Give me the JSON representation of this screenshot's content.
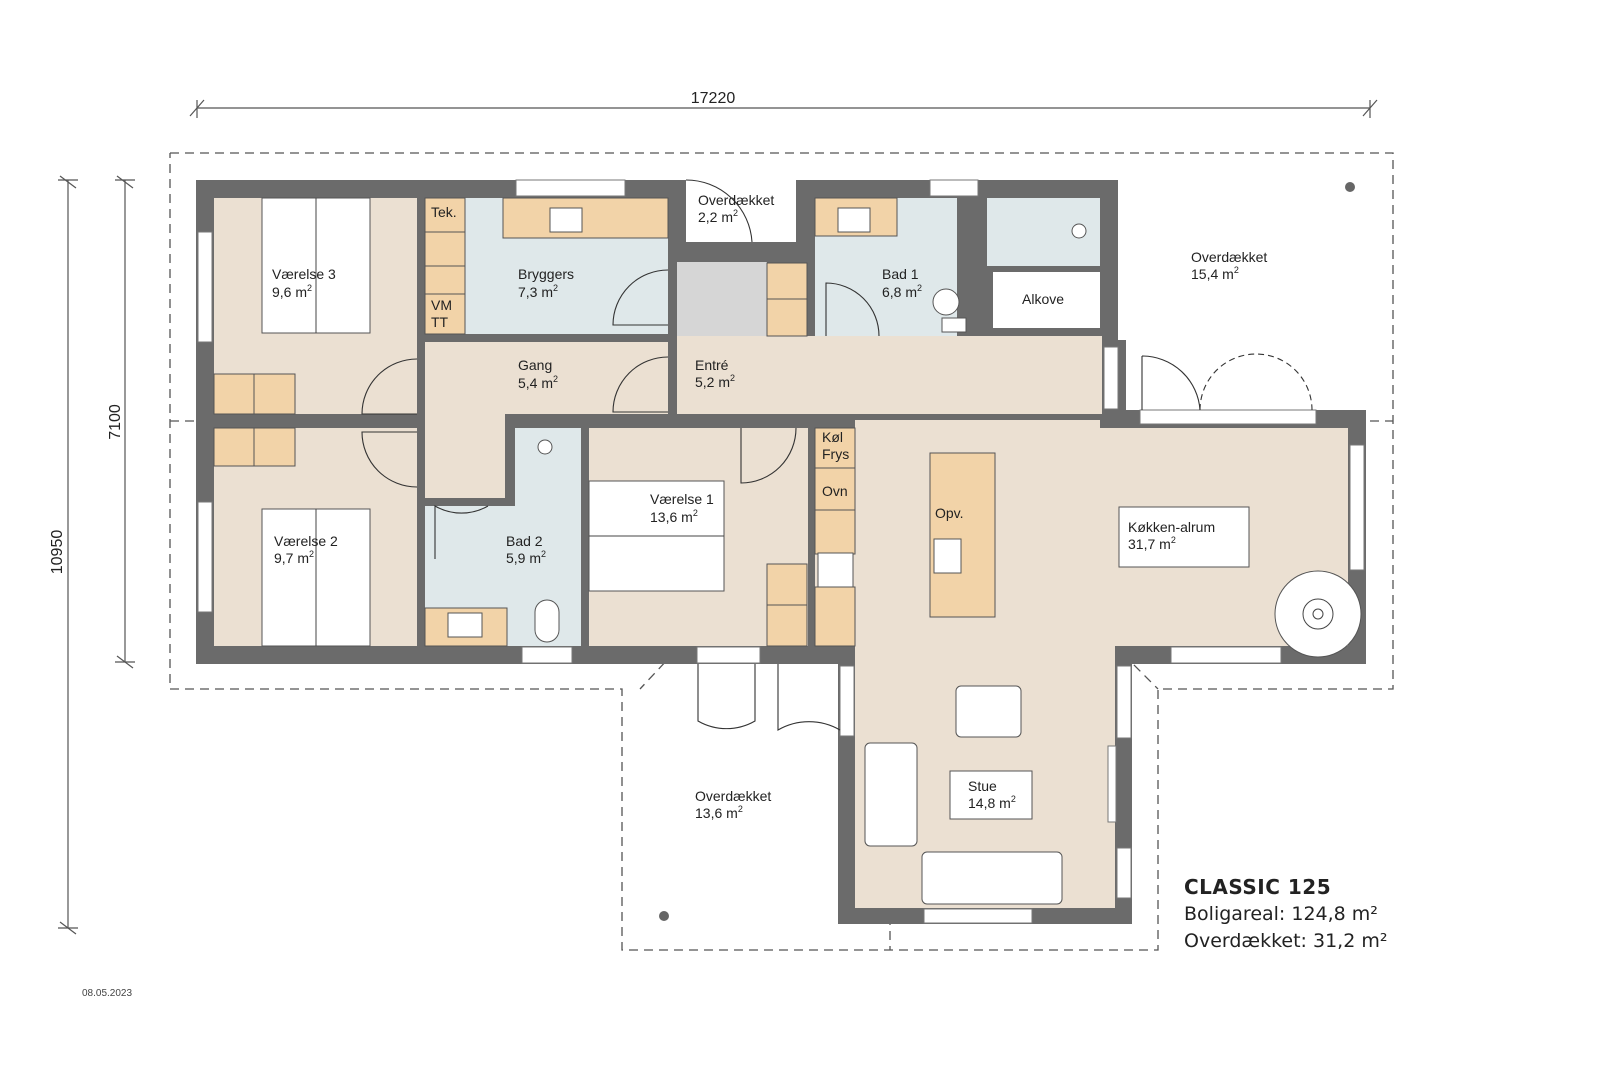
{
  "plan": {
    "name": "CLASSIC 125",
    "boligareal_label": "Boligareal: 124,8 m²",
    "overdaekket_label": "Overdækket: 31,2 m²",
    "date": "08.05.2023"
  },
  "dimensions": {
    "width": "17220",
    "height_total": "10950",
    "height_main": "7100"
  },
  "rooms": {
    "vaerelse3": {
      "name": "Værelse 3",
      "area": "9,6 m"
    },
    "bryggers": {
      "name": "Bryggers",
      "area": "7,3 m"
    },
    "overdaekket_small": {
      "name": "Overdækket",
      "area": "2,2 m"
    },
    "bad1": {
      "name": "Bad 1",
      "area": "6,8 m"
    },
    "alkove": {
      "name": "Alkove"
    },
    "overdaekket_east": {
      "name": "Overdækket",
      "area": "15,4 m"
    },
    "gang": {
      "name": "Gang",
      "area": "5,4 m"
    },
    "entre": {
      "name": "Entré",
      "area": "5,2 m"
    },
    "vaerelse2": {
      "name": "Værelse 2",
      "area": "9,7 m"
    },
    "bad2": {
      "name": "Bad 2",
      "area": "5,9 m"
    },
    "vaerelse1": {
      "name": "Værelse 1",
      "area": "13,6 m"
    },
    "koekken": {
      "name": "Køkken-alrum",
      "area": "31,7 m"
    },
    "stue": {
      "name": "Stue",
      "area": "14,8 m"
    },
    "overdaekket_south": {
      "name": "Overdækket",
      "area": "13,6 m"
    }
  },
  "fixtures": {
    "tek": "Tek.",
    "vm": "VM",
    "tt": "TT",
    "koel": "Køl",
    "frys": "Frys",
    "ovn": "Ovn",
    "opv": "Opv."
  },
  "superscript": "2",
  "colors": {
    "wall": "#6b6b6b",
    "floor_dry": "#ebe0d2",
    "floor_wet": "#dfe8ea",
    "cabinet": "#f2d3a8",
    "entrance": "#d6d6d6"
  }
}
